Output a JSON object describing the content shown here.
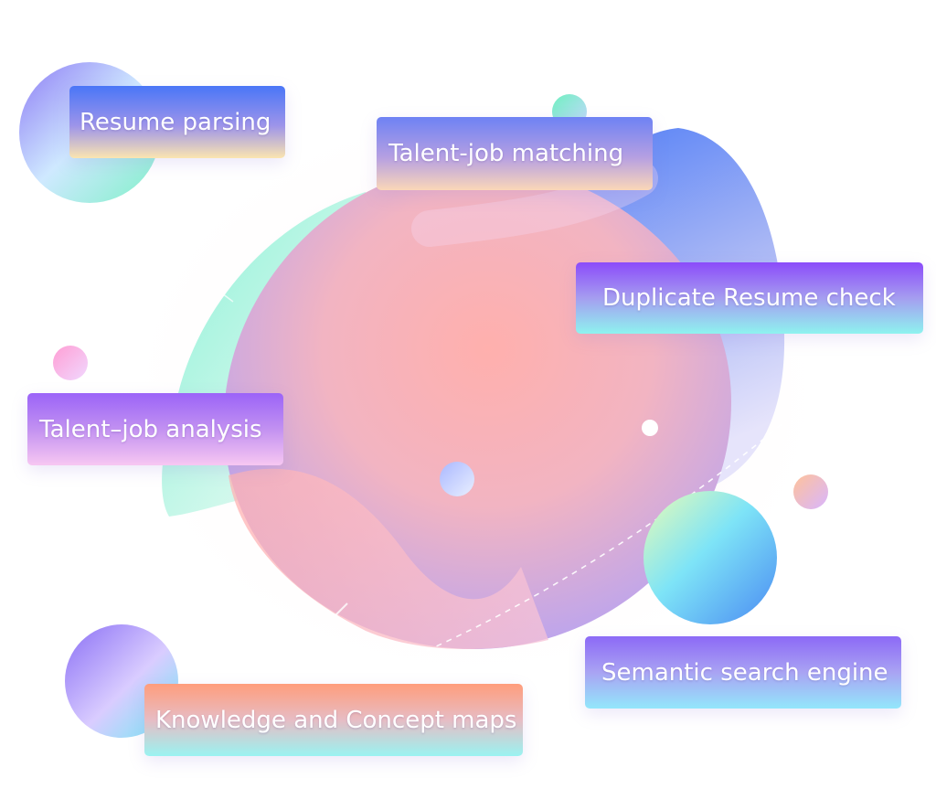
{
  "labels": [
    {
      "id": "resume-parsing",
      "text": "Resume parsing"
    },
    {
      "id": "talent-job-matching",
      "text": "Talent-job matching"
    },
    {
      "id": "duplicate-resume-check",
      "text": "Duplicate Resume check"
    },
    {
      "id": "talent-job-analysis",
      "text": "Talent–job analysis"
    },
    {
      "id": "semantic-search-engine",
      "text": "Semantic search engine"
    },
    {
      "id": "knowledge-concept-maps",
      "text": "Knowledge and Concept maps"
    }
  ]
}
